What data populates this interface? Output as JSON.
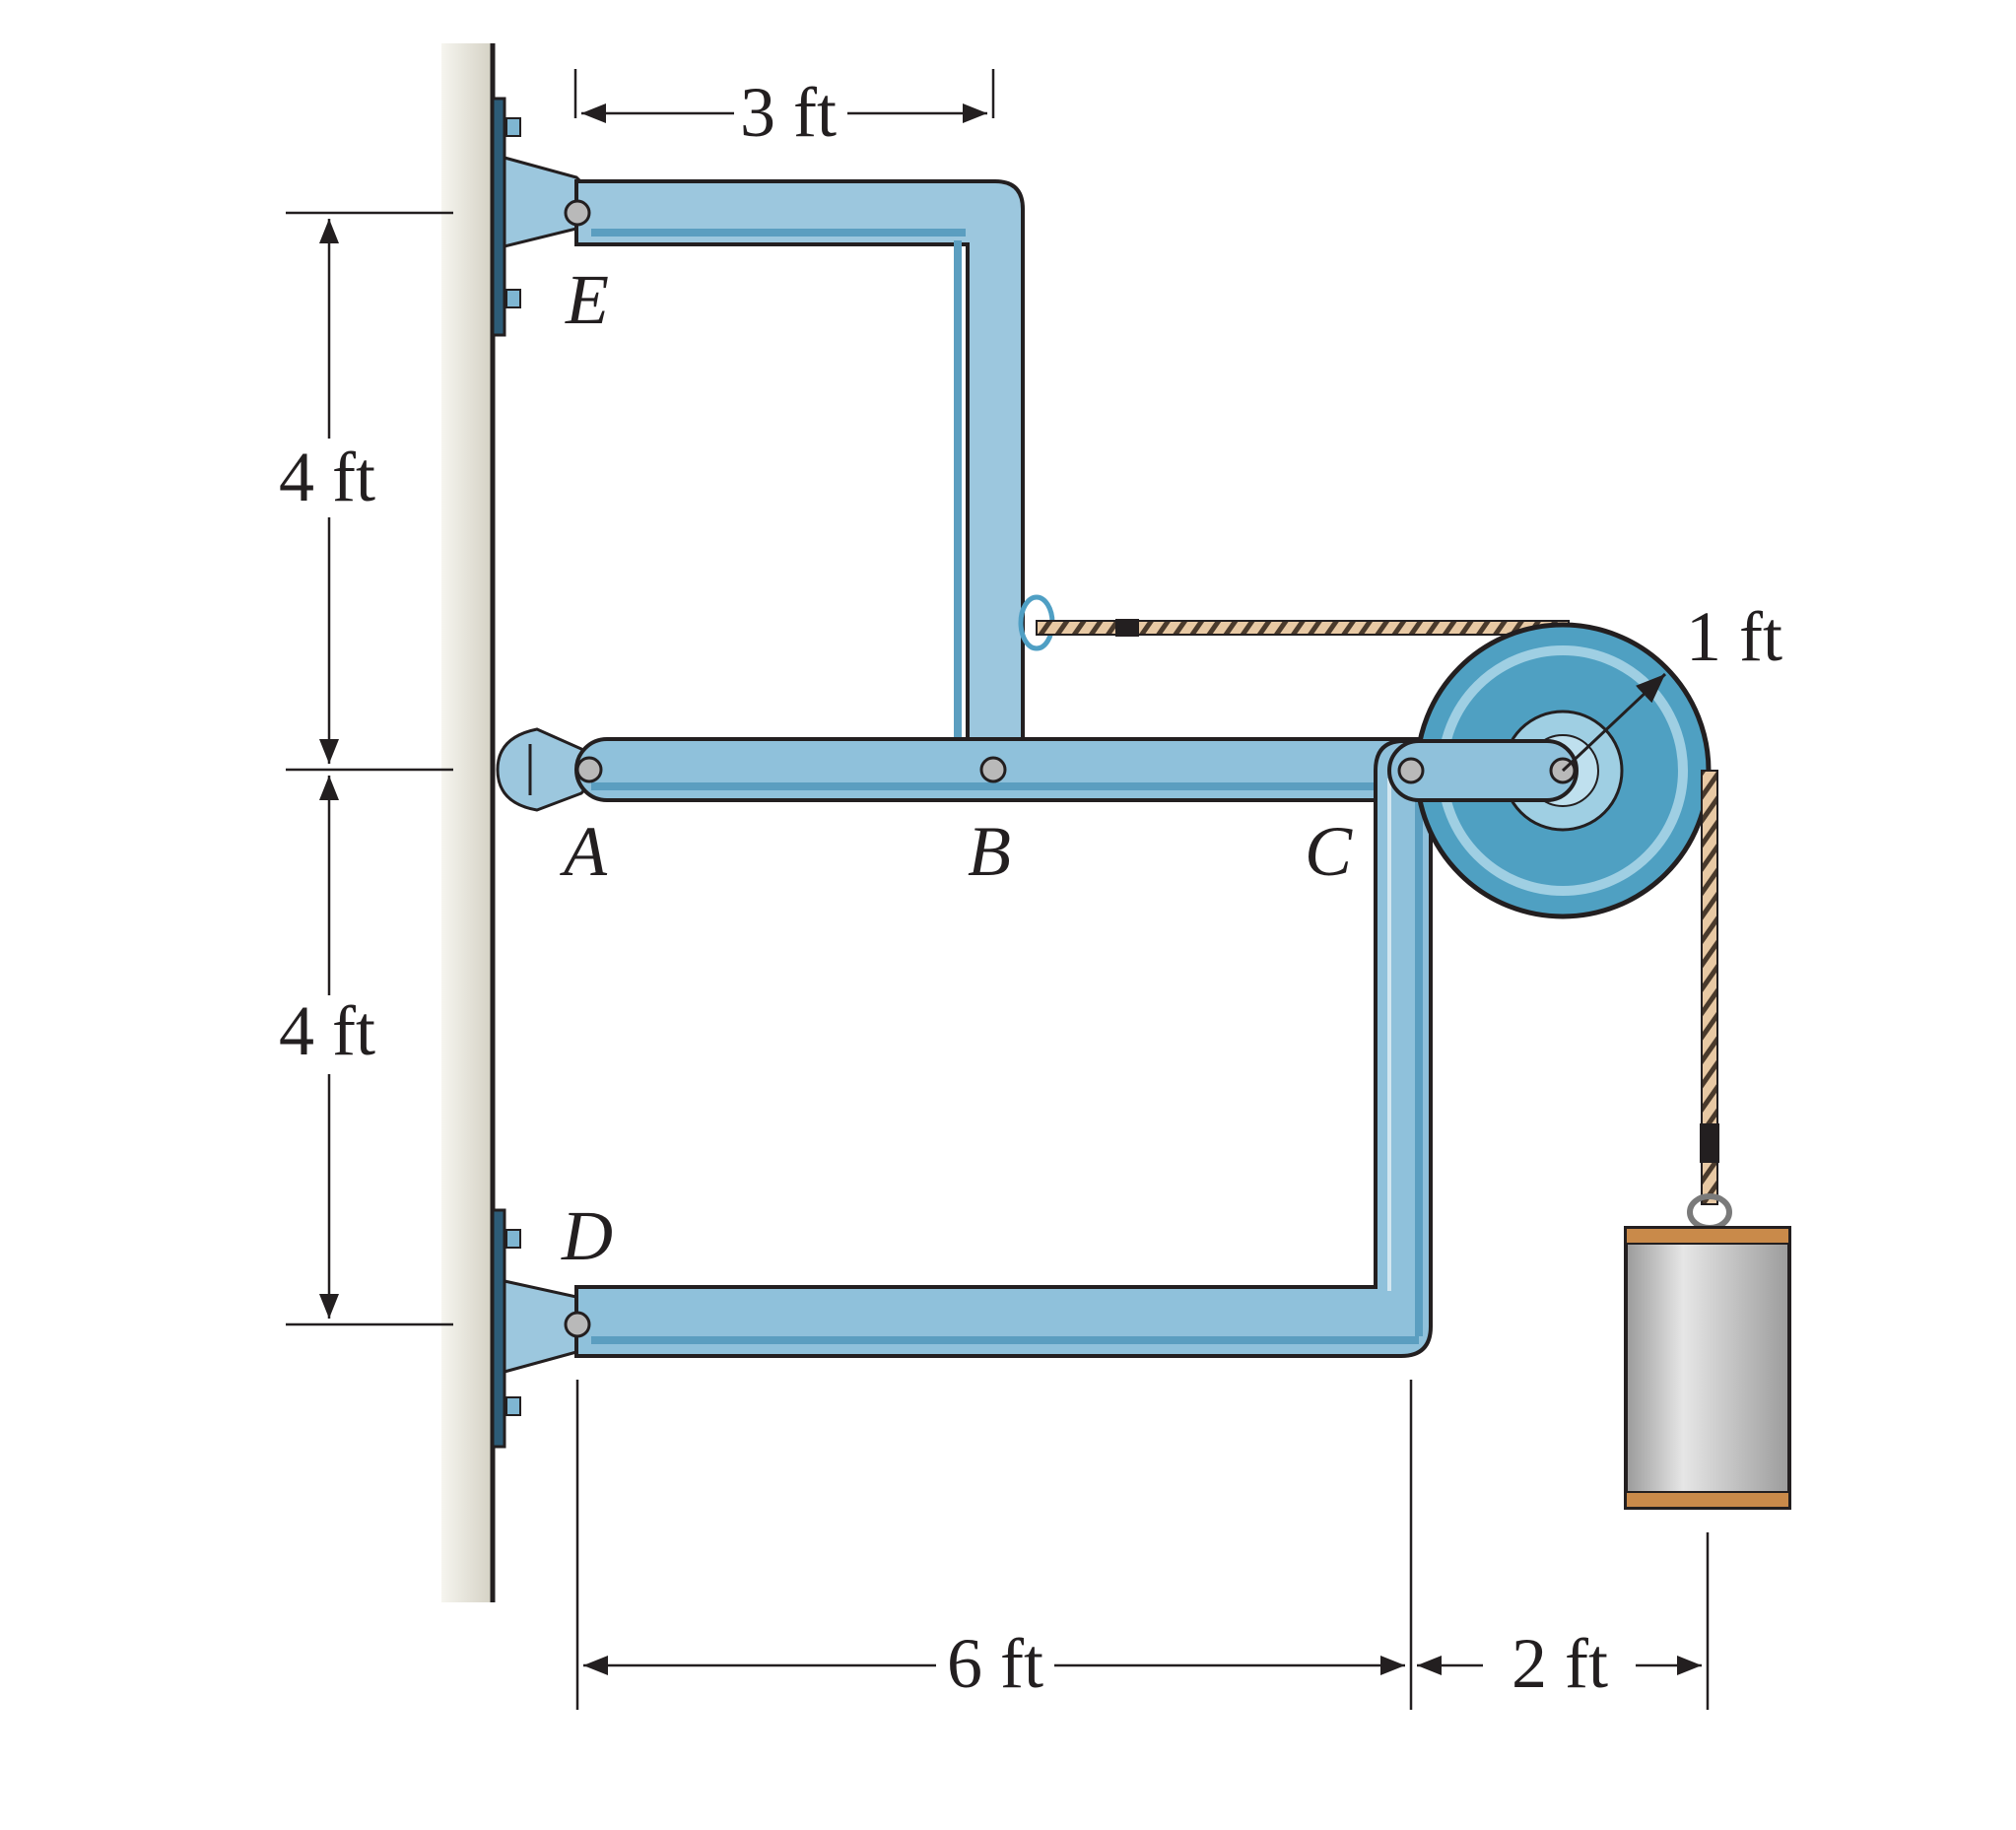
{
  "points": {
    "A": "A",
    "B": "B",
    "C": "C",
    "D": "D",
    "E": "E"
  },
  "dimensions": {
    "top_width": "3 ft",
    "left_upper": "4 ft",
    "left_lower": "4 ft",
    "bottom_main": "6 ft",
    "bottom_right": "2 ft",
    "pulley_radius": "1 ft"
  },
  "colors": {
    "member_fill": "#8fc1db",
    "member_dark": "#5b9ec0",
    "pulley_fill": "#4fa0c2",
    "pulley_rim": "#9fcfe3",
    "wall": "#e8e6dc",
    "bracket": "#9cc7de",
    "weight_body": "#c8c8c8",
    "weight_band": "#c98a4a",
    "rope": "#e6c7a1"
  }
}
